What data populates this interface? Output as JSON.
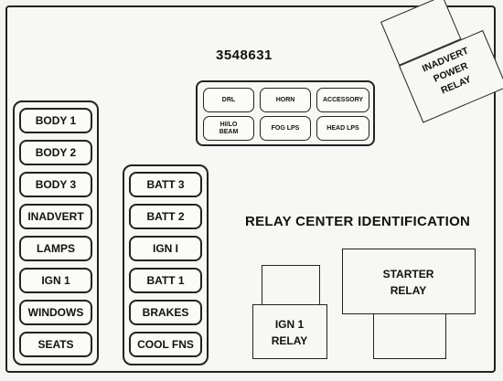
{
  "diagram": {
    "part_number": "3548631",
    "title": "RELAY CENTER IDENTIFICATION",
    "left_column": [
      "BODY 1",
      "BODY 2",
      "BODY 3",
      "INADVERT",
      "LAMPS",
      "IGN 1",
      "WINDOWS",
      "SEATS"
    ],
    "middle_column": [
      "BATT 3",
      "BATT 2",
      "IGN I",
      "BATT 1",
      "BRAKES",
      "COOL FNS"
    ],
    "small_block": {
      "top_row": [
        "DRL",
        "HORN",
        "ACCESSORY"
      ],
      "bottom_row": [
        "HI/LO\nBEAM",
        "FOG LPS",
        "HEAD LPS"
      ]
    },
    "relays": {
      "inadvert_power": "INADVERT\nPOWER\nRELAY",
      "ign1": "IGN 1\nRELAY",
      "starter": "STARTER\nRELAY"
    }
  }
}
